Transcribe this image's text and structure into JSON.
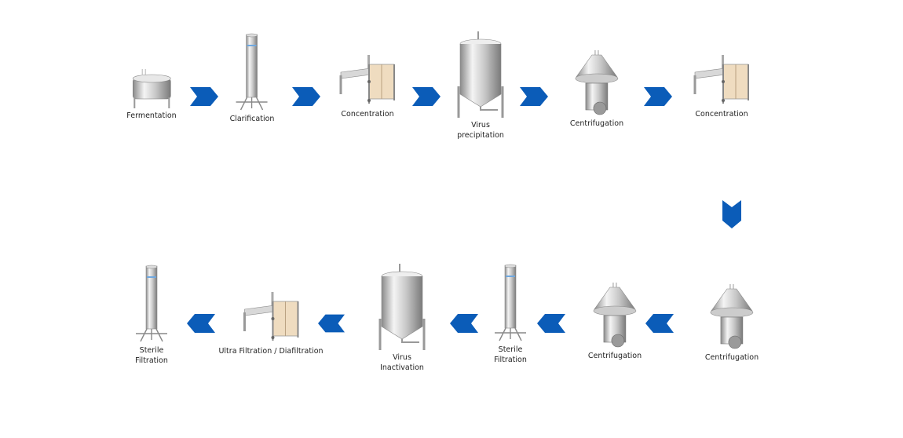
{
  "colors": {
    "arrow": "#0b5cb8",
    "metal_light": "#f2f2f2",
    "metal_dark": "#8a8a8a",
    "filter_pad": "#efdcc0"
  },
  "steps": [
    {
      "label_lines": [
        "Fermentation"
      ],
      "icon": "fermenter-icon"
    },
    {
      "label_lines": [
        "Clarification"
      ],
      "icon": "filter-housing-icon"
    },
    {
      "label_lines": [
        "Concentration"
      ],
      "icon": "filter-press-icon"
    },
    {
      "label_lines": [
        "Virus",
        "precipitation"
      ],
      "icon": "tank-icon"
    },
    {
      "label_lines": [
        "Centrifugation"
      ],
      "icon": "centrifuge-icon"
    },
    {
      "label_lines": [
        "Concentration"
      ],
      "icon": "filter-press-icon"
    },
    {
      "label_lines": [
        "Centrifugation"
      ],
      "icon": "centrifuge-icon"
    },
    {
      "label_lines": [
        "Centrifugation"
      ],
      "icon": "centrifuge-icon"
    },
    {
      "label_lines": [
        "Sterile",
        "Filtration"
      ],
      "icon": "filter-housing-icon"
    },
    {
      "label_lines": [
        "Virus",
        "Inactivation"
      ],
      "icon": "tank-icon"
    },
    {
      "label_lines": [
        "Ultra Filtration / Diafiltration"
      ],
      "icon": "filter-press-icon"
    },
    {
      "label_lines": [
        "Sterile",
        "Filtration"
      ],
      "icon": "filter-housing-icon"
    }
  ]
}
